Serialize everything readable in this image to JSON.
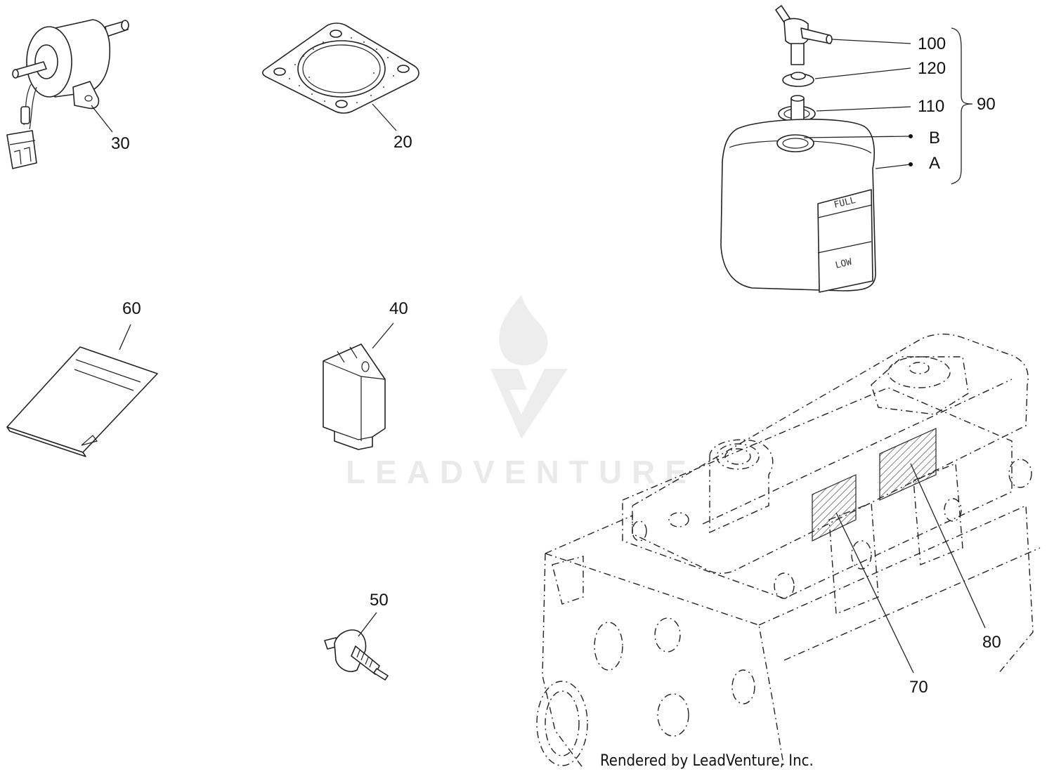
{
  "callouts": {
    "c30": "30",
    "c20": "20",
    "c100": "100",
    "c120": "120",
    "c110": "110",
    "c90": "90",
    "cB": "B",
    "cA": "A",
    "c60": "60",
    "c40": "40",
    "c50": "50",
    "c70": "70",
    "c80": "80"
  },
  "tank_labels": {
    "full": "FULL",
    "low": "LOW"
  },
  "watermark": {
    "text": "LEADVENTURE"
  },
  "footer": {
    "credit": "Rendered by LeadVenture, Inc."
  }
}
